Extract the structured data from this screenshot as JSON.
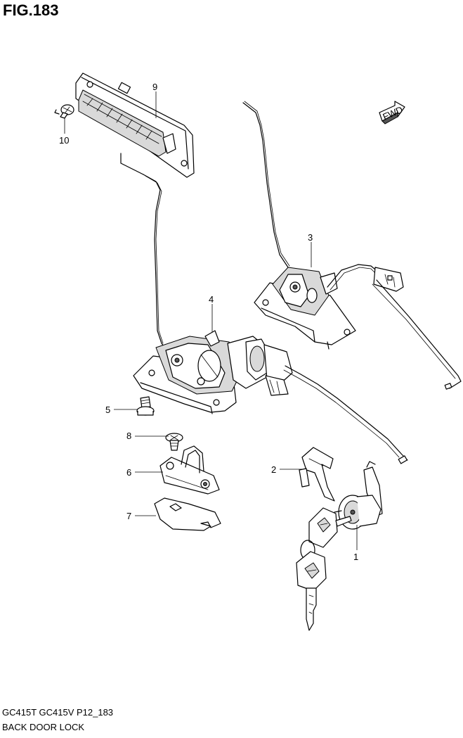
{
  "figure": {
    "title": "FIG.183",
    "model_line": "GC415T GC415V P12_183",
    "section_name": "BACK DOOR LOCK"
  },
  "direction_marker": "FWD",
  "parts": [
    {
      "number": "1"
    },
    {
      "number": "2"
    },
    {
      "number": "3"
    },
    {
      "number": "4"
    },
    {
      "number": "5"
    },
    {
      "number": "6"
    },
    {
      "number": "7"
    },
    {
      "number": "8"
    },
    {
      "number": "9"
    },
    {
      "number": "10"
    }
  ]
}
